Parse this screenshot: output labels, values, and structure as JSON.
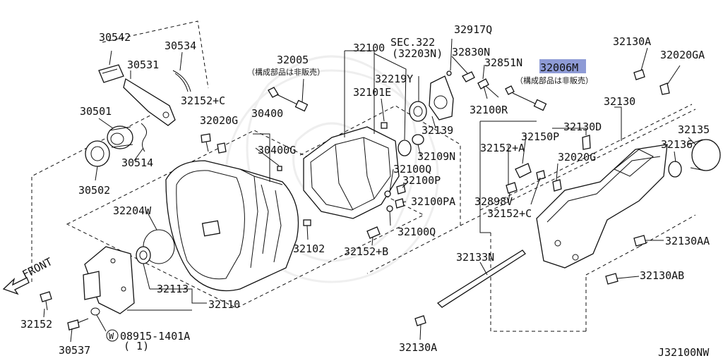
{
  "diagram": {
    "highlight_color": "#8e9bd6",
    "parts": [
      {
        "key": "p30542",
        "label": "30542"
      },
      {
        "key": "p30534",
        "label": "30534"
      },
      {
        "key": "p30531",
        "label": "30531"
      },
      {
        "key": "p30501",
        "label": "30501"
      },
      {
        "key": "p30514",
        "label": "30514"
      },
      {
        "key": "p30502",
        "label": "30502"
      },
      {
        "key": "p32005",
        "label": "32005"
      },
      {
        "key": "p32152c1",
        "label": "32152+C"
      },
      {
        "key": "p32020g1",
        "label": "32020G"
      },
      {
        "key": "p30400",
        "label": "30400"
      },
      {
        "key": "p30400g",
        "label": "30400G"
      },
      {
        "key": "p32100",
        "label": "32100"
      },
      {
        "key": "psec",
        "label": "SEC.322"
      },
      {
        "key": "p32203n",
        "label": "(32203N)"
      },
      {
        "key": "p32917q",
        "label": "32917Q"
      },
      {
        "key": "p32830n",
        "label": "32830N"
      },
      {
        "key": "p32851n",
        "label": "32851N"
      },
      {
        "key": "p32006m",
        "label": "32006M"
      },
      {
        "key": "p32219y",
        "label": "32219Y"
      },
      {
        "key": "p32101e",
        "label": "32101E"
      },
      {
        "key": "p32100r",
        "label": "32100R"
      },
      {
        "key": "p32139",
        "label": "32139"
      },
      {
        "key": "p32109n",
        "label": "32109N"
      },
      {
        "key": "p32100q1",
        "label": "32100Q"
      },
      {
        "key": "p32100p",
        "label": "32100P"
      },
      {
        "key": "p32100pa",
        "label": "32100PA"
      },
      {
        "key": "p32100q2",
        "label": "32100Q"
      },
      {
        "key": "p32152b",
        "label": "32152+B"
      },
      {
        "key": "p32204w",
        "label": "32204W"
      },
      {
        "key": "p32102",
        "label": "32102"
      },
      {
        "key": "p32113",
        "label": "32113"
      },
      {
        "key": "p32110",
        "label": "32110"
      },
      {
        "key": "p32152",
        "label": "32152"
      },
      {
        "key": "p30537",
        "label": "30537"
      },
      {
        "key": "p08915",
        "label": "08915-1401A"
      },
      {
        "key": "p08915q",
        "label": "( 1)"
      },
      {
        "key": "p32130a1",
        "label": "32130A"
      },
      {
        "key": "p32020ga",
        "label": "32020GA"
      },
      {
        "key": "p32130",
        "label": "32130"
      },
      {
        "key": "p32130d",
        "label": "32130D"
      },
      {
        "key": "p32135",
        "label": "32135"
      },
      {
        "key": "p32150p",
        "label": "32150P"
      },
      {
        "key": "p32152a",
        "label": "32152+A"
      },
      {
        "key": "p32136",
        "label": "32136"
      },
      {
        "key": "p32020g2",
        "label": "32020G"
      },
      {
        "key": "p32898v",
        "label": "32898V"
      },
      {
        "key": "p32152c2",
        "label": "32152+C"
      },
      {
        "key": "p32130aa",
        "label": "32130AA"
      },
      {
        "key": "p32133n",
        "label": "32133N"
      },
      {
        "key": "p32130ab",
        "label": "32130AB"
      },
      {
        "key": "p32130a2",
        "label": "32130A"
      }
    ],
    "notes": {
      "not_sold_left": "（構成部品は非販売）",
      "not_sold_right": "（構成部品は非販売）",
      "front": "FRONT",
      "washer_mark": "W",
      "diagram_code": "J32100NW"
    }
  }
}
